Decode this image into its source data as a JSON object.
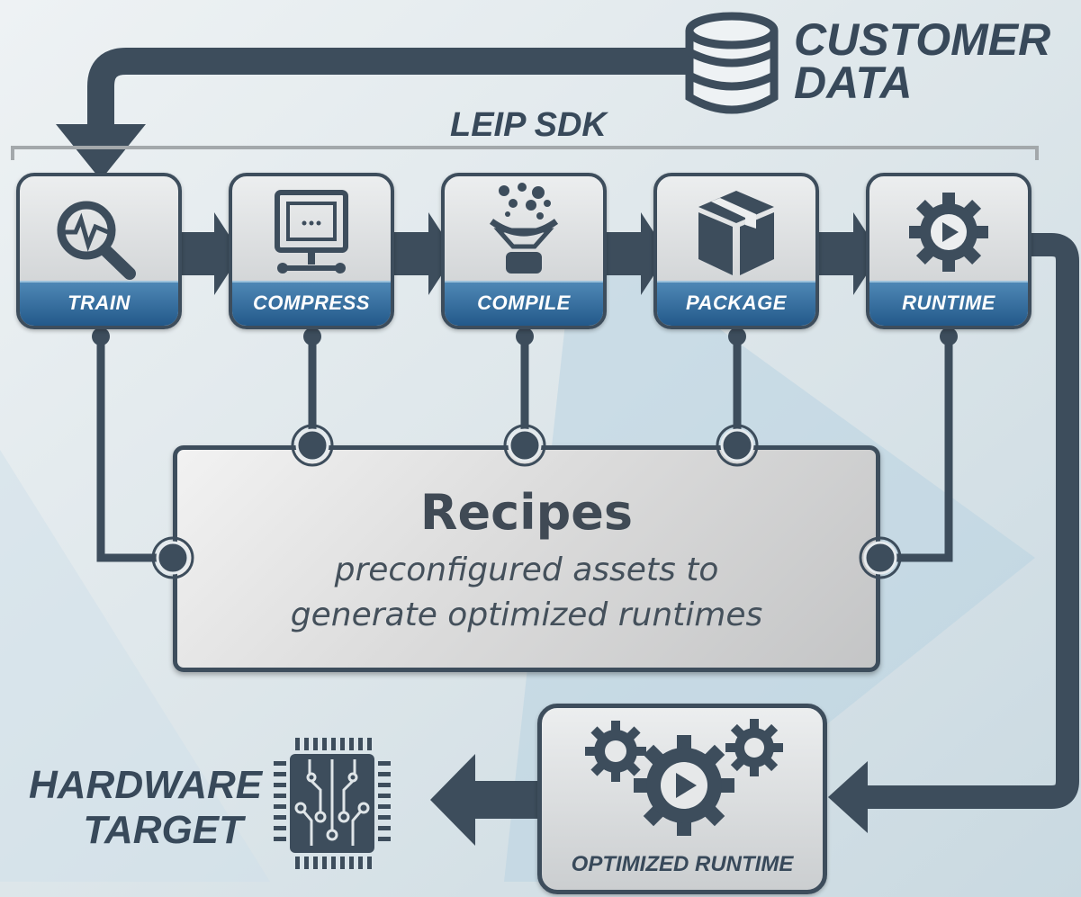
{
  "customer_data": {
    "line1": "CUSTOMER",
    "line2": "DATA",
    "icon": "database-icon"
  },
  "sdk_label": "LEIP SDK",
  "steps": [
    {
      "label": "TRAIN",
      "icon": "magnifier-pulse-icon"
    },
    {
      "label": "COMPRESS",
      "icon": "server-folder-icon"
    },
    {
      "label": "COMPILE",
      "icon": "funnel-particles-icon"
    },
    {
      "label": "PACKAGE",
      "icon": "box-icon"
    },
    {
      "label": "RUNTIME",
      "icon": "gear-play-icon"
    }
  ],
  "recipes": {
    "title": "Recipes",
    "line1": "preconfigured assets to",
    "line2": "generate optimized runtimes"
  },
  "optimized_runtime": {
    "label": "OPTIMIZED RUNTIME",
    "icon": "gears-play-icon"
  },
  "hardware_target": {
    "line1": "HARDWARE",
    "line2": "TARGET",
    "icon": "chip-icon"
  },
  "colors": {
    "dark": "#3d4d5c",
    "accent": "#2e6a9c",
    "text": "#38495a"
  }
}
